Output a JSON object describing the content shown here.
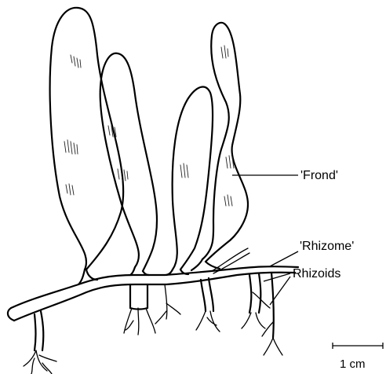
{
  "labels": {
    "frond": "'Frond'",
    "rhizome": "'Rhizome'",
    "rhizoids": "Rhizoids"
  },
  "scale_bar": {
    "text": "1 cm"
  },
  "colors": {
    "ink": "#000000",
    "background": "#ffffff"
  }
}
